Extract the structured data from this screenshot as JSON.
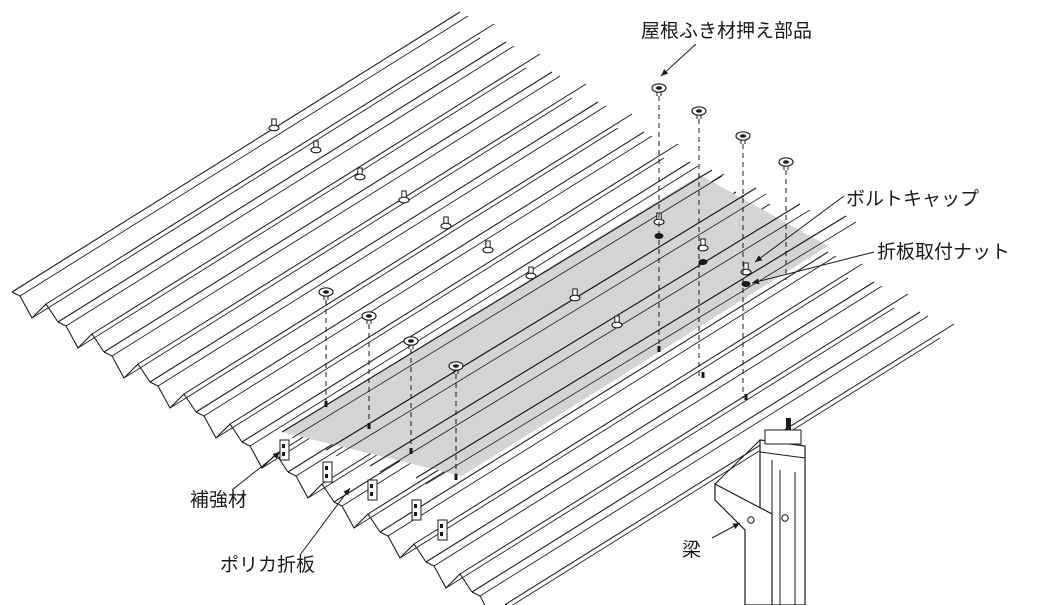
{
  "labels": {
    "roof_clamp": "屋根ふき材押え部品",
    "bolt_cap": "ボルトキャップ",
    "panel_nut": "折板取付ナット",
    "reinforcement": "補強材",
    "polycarbonate_panel": "ポリカ折板",
    "beam": "梁"
  },
  "colors": {
    "line": "#1a1a1a",
    "polycarbonate_fill": "#d4d4d4",
    "background": "#ffffff"
  },
  "icons": {
    "clamp": "roof-clamp-part-icon",
    "bolt": "bolt-icon",
    "nut": "nut-icon"
  }
}
